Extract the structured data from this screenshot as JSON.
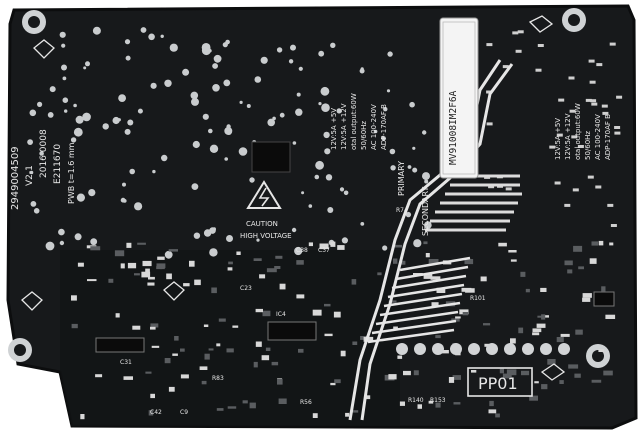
{
  "colors": {
    "board": "#17191b",
    "board_edge": "#0c0d0e",
    "silkscreen": "#e6e6e6",
    "solder": "#c9ccce",
    "label": "#f4f4f4"
  },
  "silkscreen": {
    "part_number": "2949004509",
    "revision": "V2-1",
    "date_code": "2016 0008",
    "pwb_note": "PWB t=1.6 mm",
    "ul_code": "E211670",
    "ratings_left": [
      "12V:5A  +5V",
      "12V:5A  +12V",
      "otal output:60W",
      "50/60Hz",
      "AC 100-240V",
      "ADP-170AF B"
    ],
    "ratings_right": [
      "12V:5A  +5V",
      "12V:5A  +12V",
      "otal output:60W",
      "50/60Hz",
      "AC 100-240V",
      "ADP-170AF B"
    ],
    "primary": "PRIMARY",
    "secondary": "SECONDARY",
    "caution": "CAUTION",
    "high_voltage": "HIGH VOLTAGE",
    "board_id": "PP01",
    "ref_labels": [
      "R74",
      "C38",
      "C37",
      "R83",
      "IC4",
      "C23",
      "R56",
      "R101",
      "C31",
      "R140",
      "R153",
      "C42",
      "C9"
    ]
  },
  "sticker": {
    "serial": "MV91008IM2F6A"
  }
}
